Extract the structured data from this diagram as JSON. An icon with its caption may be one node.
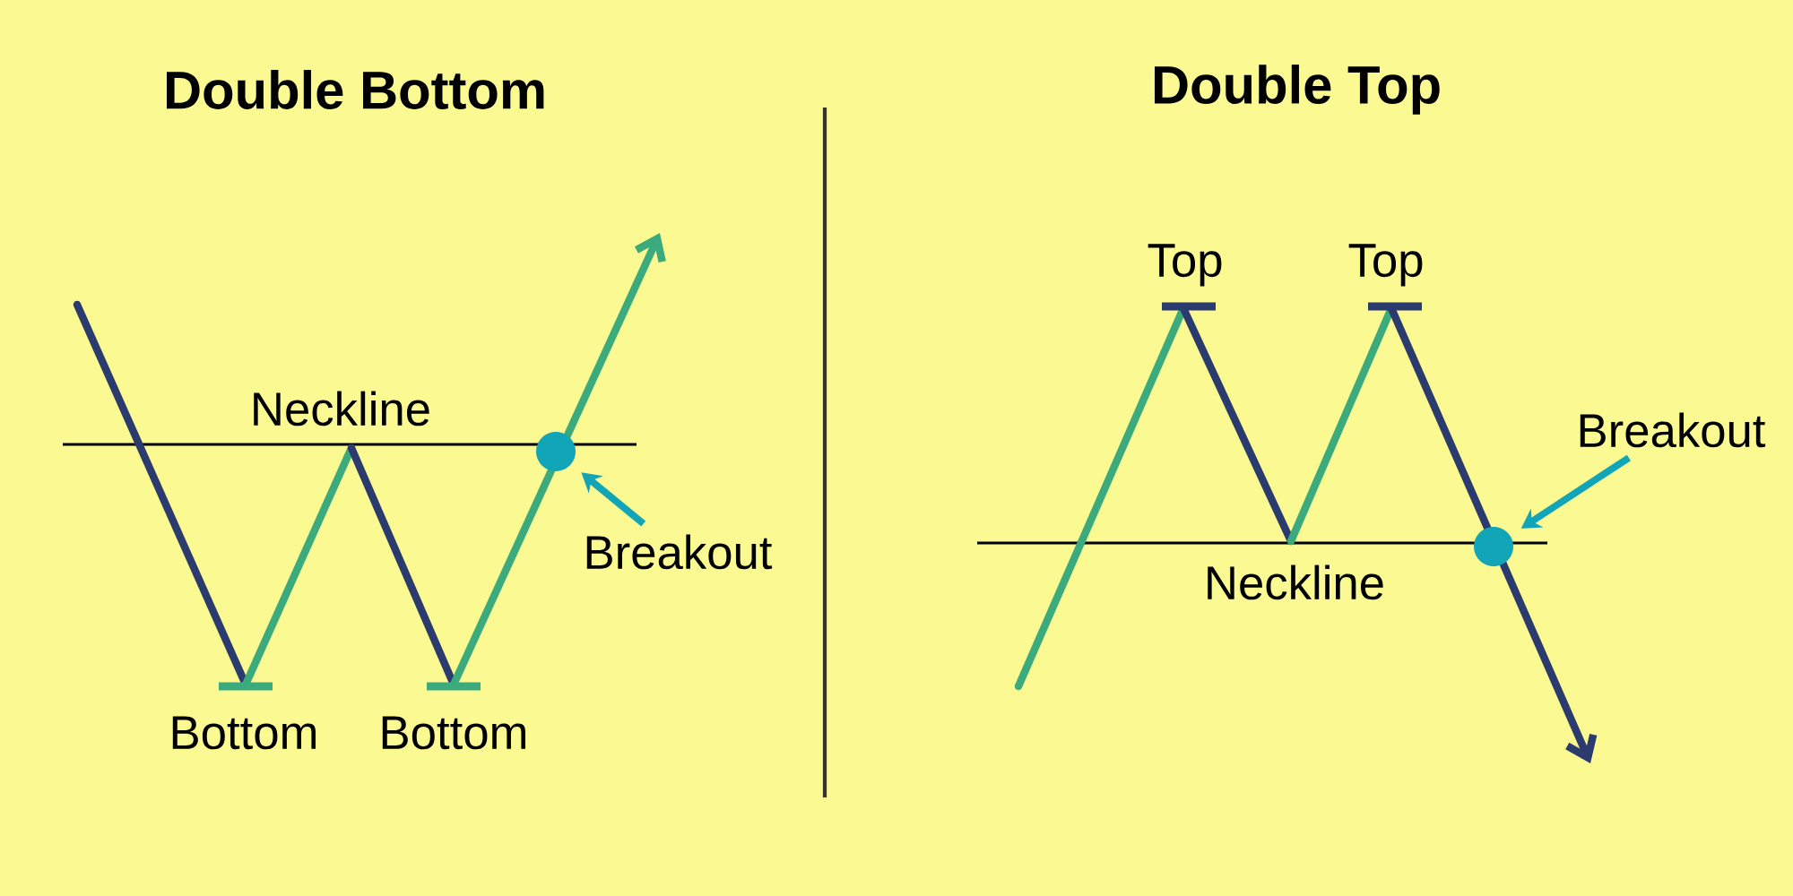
{
  "diagram": {
    "nodes": [
      {
        "text": [
          "Breakout"
        ]
      },
      {
        "text": [],
        "shape": "circle"
      },
      {
        "text": [
          "Breakout"
        ]
      },
      {
        "text": [],
        "shape": "circle"
      }
    ],
    "edges": [
      {
        "from": 0,
        "to": 1,
        "arrow": "to"
      },
      {
        "from": 2,
        "to": 3,
        "arrow": "to"
      }
    ],
    "labels": [
      "Double Bottom",
      "Neckline",
      "Bottom",
      "Bottom",
      "Double Top",
      "Top",
      "Top",
      "Neckline"
    ]
  }
}
